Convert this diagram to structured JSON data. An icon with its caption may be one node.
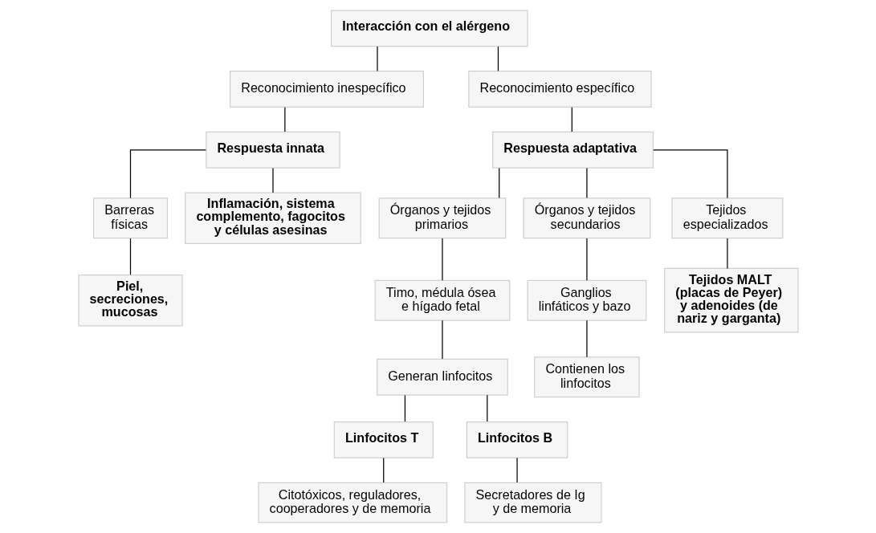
{
  "diagram": {
    "nodes": [
      {
        "text": [
          "Interacción con el alérgeno"
        ]
      },
      {
        "text": [
          "Reconocimiento inespecífico"
        ]
      },
      {
        "text": [
          "Reconocimiento específico"
        ]
      },
      {
        "text": [
          "Respuesta innata"
        ]
      },
      {
        "text": [
          "Respuesta adaptativa"
        ]
      },
      {
        "text": [
          "Barreras físicas"
        ]
      },
      {
        "text": [
          "Inflamación, sistema complemento, fagocitos y células asesinas"
        ]
      },
      {
        "text": [
          "Piel, secreciones, mucosas"
        ]
      },
      {
        "text": [
          "Órganos y tejidos primarios"
        ]
      },
      {
        "text": [
          "Órganos y tejidos secundarios"
        ]
      },
      {
        "text": [
          "Tejidos especializados"
        ]
      },
      {
        "text": [
          "Timo, médula ósea e hígado fetal"
        ]
      },
      {
        "text": [
          "Ganglios linfáticos y bazo"
        ]
      },
      {
        "text": [
          "Tejidos MALT (placas de Peyer) y adenoides (de nariz y garganta)"
        ]
      },
      {
        "text": [
          "Generan linfocitos"
        ]
      },
      {
        "text": [
          "Contienen los linfocitos"
        ]
      },
      {
        "text": [
          "Linfocitos T"
        ]
      },
      {
        "text": [
          "Linfocitos B"
        ]
      },
      {
        "text": [
          "Citotóxicos, reguladores, cooperadores y de memoria"
        ]
      },
      {
        "text": [
          "Secretadores de Ig y de memoria"
        ]
      }
    ],
    "edges": [
      {
        "from": 0,
        "to": 1,
        "arrow": "none"
      },
      {
        "from": 0,
        "to": 2,
        "arrow": "none"
      },
      {
        "from": 1,
        "to": 3,
        "arrow": "none"
      },
      {
        "from": 2,
        "to": 4,
        "arrow": "none"
      },
      {
        "from": 3,
        "to": 5,
        "arrow": "none"
      },
      {
        "from": 3,
        "to": 6,
        "arrow": "none"
      },
      {
        "from": 5,
        "to": 7,
        "arrow": "none"
      },
      {
        "from": 4,
        "to": 8,
        "arrow": "none"
      },
      {
        "from": 4,
        "to": 9,
        "arrow": "none"
      },
      {
        "from": 4,
        "to": 10,
        "arrow": "none"
      },
      {
        "from": 8,
        "to": 11,
        "arrow": "none"
      },
      {
        "from": 9,
        "to": 12,
        "arrow": "none"
      },
      {
        "from": 10,
        "to": 13,
        "arrow": "none"
      },
      {
        "from": 11,
        "to": 14,
        "arrow": "none"
      },
      {
        "from": 12,
        "to": 15,
        "arrow": "none"
      },
      {
        "from": 14,
        "to": 16,
        "arrow": "none"
      },
      {
        "from": 14,
        "to": 17,
        "arrow": "none"
      },
      {
        "from": 16,
        "to": 18,
        "arrow": "none"
      },
      {
        "from": 17,
        "to": 19,
        "arrow": "none"
      }
    ]
  }
}
